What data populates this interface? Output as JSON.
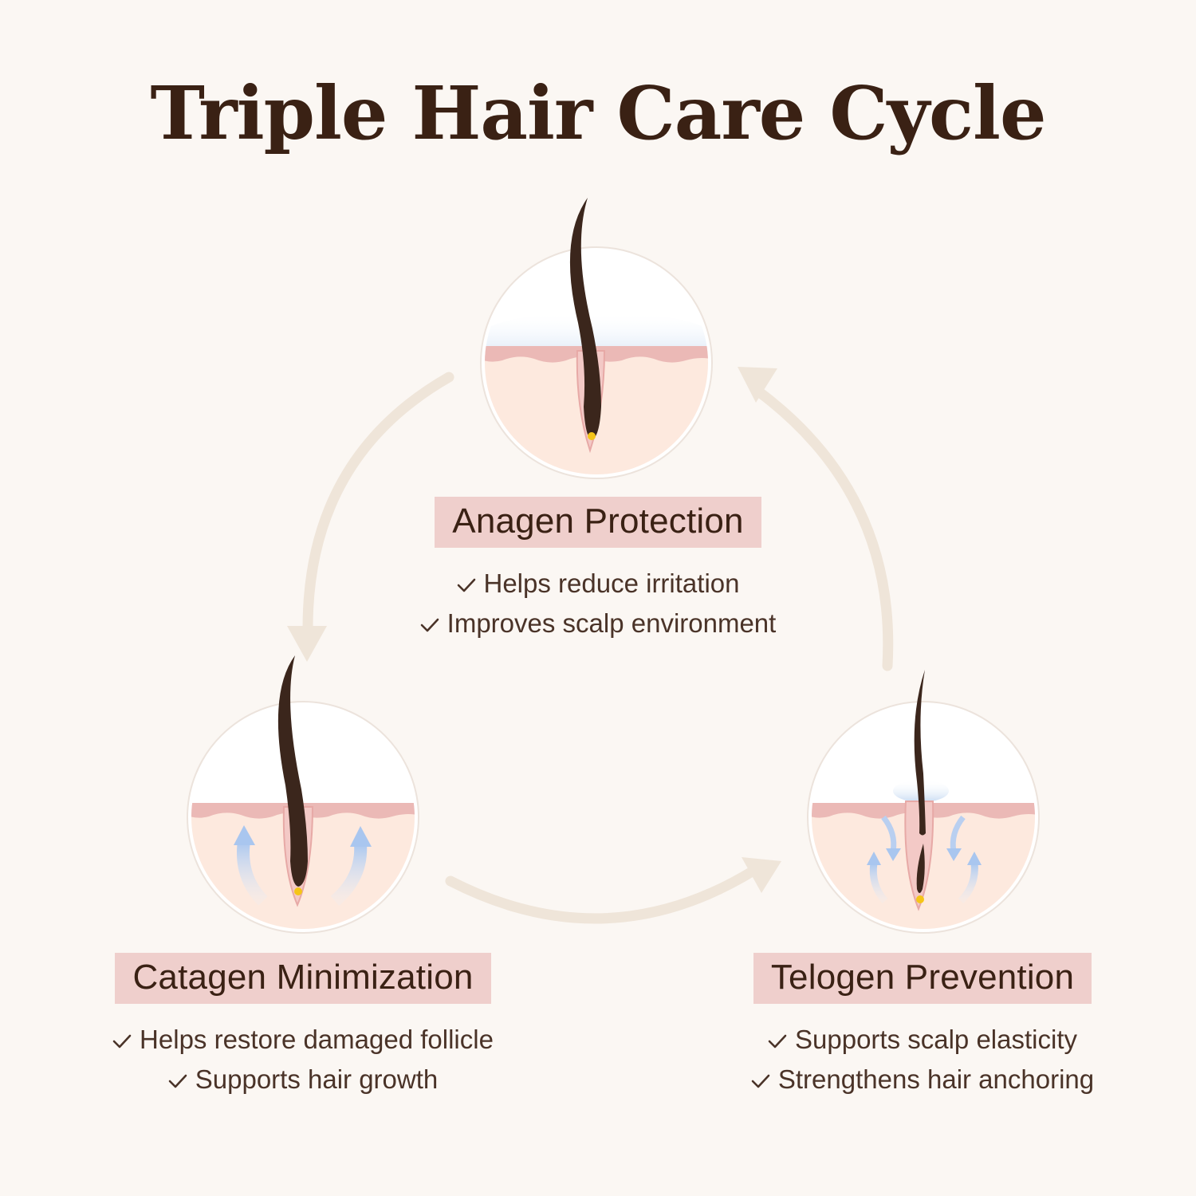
{
  "title": "Triple Hair Care Cycle",
  "colors": {
    "background": "#fbf7f3",
    "title": "#3a2114",
    "label_bg": "#efcfcc",
    "arrow": "#efe5d9",
    "skin": "#fde9de",
    "scalp_band": "#ebb9b6",
    "hair": "#3b261c",
    "bulb": "#f5c518",
    "flow_arrow": "#b9cff0"
  },
  "stages": [
    {
      "name": "Anagen Protection",
      "benefits": [
        "Helps reduce irritation",
        "Improves scalp environment"
      ],
      "icon": "hair-follicle-protection-icon"
    },
    {
      "name": "Catagen Minimization",
      "benefits": [
        "Helps restore damaged follicle",
        "Supports hair growth"
      ],
      "icon": "hair-follicle-growth-icon"
    },
    {
      "name": "Telogen Prevention",
      "benefits": [
        "Supports scalp elasticity",
        "Strengthens hair anchoring"
      ],
      "icon": "hair-follicle-anchoring-icon"
    }
  ],
  "check_icon": "checkmark-icon"
}
